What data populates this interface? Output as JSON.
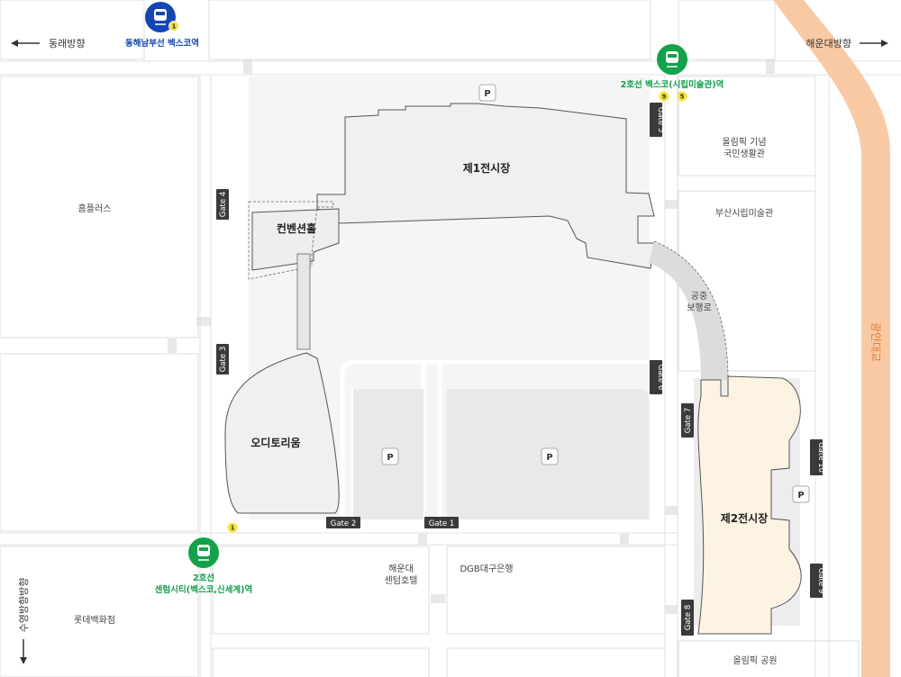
{
  "directions": {
    "west": "동래방향",
    "east": "해운대방향",
    "south": "수영방향방향"
  },
  "bridge": "광안대교",
  "stations": {
    "donghae": {
      "name": "동해남부선 벡스코역",
      "exit": "1"
    },
    "line2_bexco": {
      "name": "2호선 벡스코(시립미술관)역",
      "exit_a": "9",
      "exit_b": "5"
    },
    "line2_centum": {
      "line": "2호선",
      "name": "센텀시티(벡스코,신세계)역",
      "exit": "1"
    }
  },
  "buildings": {
    "exhibition1": "제1전시장",
    "exhibition2": "제2전시장",
    "convention": "컨벤션홀",
    "auditorium": "오디토리움",
    "walkway_line1": "공중",
    "walkway_line2": "보행로"
  },
  "places": {
    "homeplus": "홈플러스",
    "olympic_hall_line1": "올림픽 기념",
    "olympic_hall_line2": "국민생활관",
    "art_museum": "부산시립미술관",
    "hotel_line1": "해운대",
    "hotel_line2": "센텀호텔",
    "dgb": "DGB대구은행",
    "lotte": "롯데백화점",
    "olympic_park": "올림픽 공원"
  },
  "gates": {
    "g1": "Gate 1",
    "g2": "Gate 2",
    "g3": "Gate 3",
    "g4": "Gate 4",
    "g5": "Gate 5",
    "g6": "Gate 6",
    "g7": "Gate 7",
    "g8": "Gate 8",
    "g9": "Gate 9",
    "g10": "Gate 10"
  },
  "parking": "P",
  "colors": {
    "line2_green": "#11a24a",
    "donghae_blue": "#1346b4",
    "bridge_orange": "#f9c9a4",
    "exit_yellow": "#f6e33a",
    "exhibition2_fill": "#fdf3e3"
  }
}
